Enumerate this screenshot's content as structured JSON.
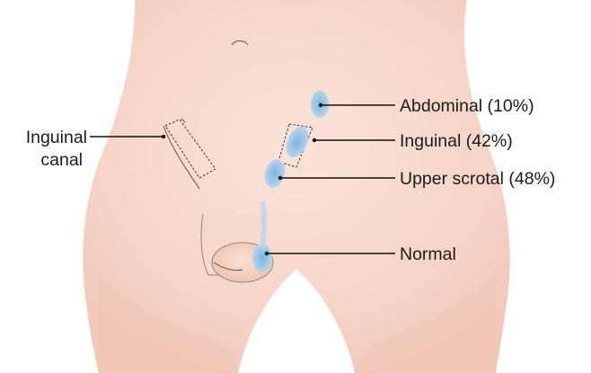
{
  "figure": {
    "labels": {
      "inguinal_canal_line1": "Inguinal",
      "inguinal_canal_line2": "canal",
      "abdominal": "Abdominal (10%)",
      "inguinal": "Inguinal (42%)",
      "upper_scrotal": "Upper scrotal (48%)",
      "normal": "Normal"
    },
    "colors": {
      "skin": "#f6d4c8",
      "skin_dark": "#eebfae",
      "testis": "#a9cde8",
      "testis_core": "#7fb3dd"
    },
    "testis_positions": [
      {
        "name": "Abdominal",
        "percent": 10
      },
      {
        "name": "Inguinal",
        "percent": 42
      },
      {
        "name": "Upper scrotal",
        "percent": 48
      }
    ]
  }
}
